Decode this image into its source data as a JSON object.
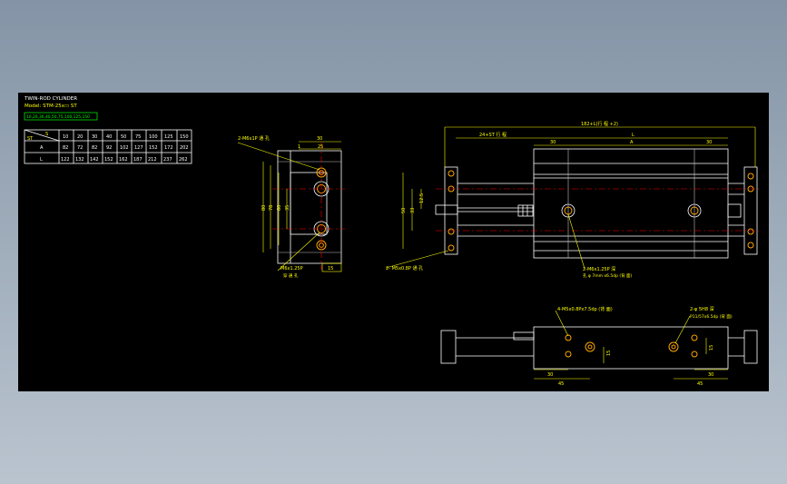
{
  "title": {
    "line1": "TWIN-ROD CYLINDER",
    "line2": "Model: STM-25x▭ ST",
    "strokes": "10,20,30,40,50,75,100,125,150"
  },
  "table": {
    "header_left_top": "S",
    "header_left_bottom": "ST",
    "strokes": [
      "10",
      "20",
      "30",
      "40",
      "50",
      "75",
      "100",
      "125",
      "150"
    ],
    "rows": [
      {
        "label": "A",
        "values": [
          "82",
          "72",
          "82",
          "92",
          "102",
          "127",
          "152",
          "172",
          "202"
        ]
      },
      {
        "label": "L",
        "values": [
          "122",
          "132",
          "142",
          "152",
          "162",
          "187",
          "212",
          "237",
          "262"
        ]
      }
    ]
  },
  "side_view": {
    "dim_30": "30",
    "dim_25": "25",
    "dim_1": "1",
    "dim_80": "80",
    "dim_78": "78",
    "dim_60": "60",
    "dim_35": "35",
    "dim_15": "15",
    "note_top": "2-M6x1P 通 孔",
    "note_bottom": "M6x1.25P",
    "note_bottom_sub": "穿 通 孔"
  },
  "front_view": {
    "overall": "182+L(行 程 +2)",
    "dim_24st": "24+ST 行 程",
    "dim_L": "L",
    "dim_30a": "30",
    "dim_A": "A",
    "dim_30b": "30",
    "dim_50": "50",
    "dim_33": "33",
    "dim_12": "12.5",
    "note_left": "2- M5x0.8P 通 孔",
    "note_mid_1": "2-M6x1.25P 深",
    "note_mid_2": "孔 φ 7mm x6.5dp (背 面)"
  },
  "bottom_view": {
    "note_left": "4-M5x0.8Px7.5dp (背 面)",
    "note_right_1": "2-φ 5H8 深",
    "note_right_2": "P11/57x6.5dp (背 面)",
    "dim_30a": "30",
    "dim_45a": "45",
    "dim_15a": "15",
    "dim_30b": "30",
    "dim_45b": "45",
    "dim_15b": "15"
  }
}
